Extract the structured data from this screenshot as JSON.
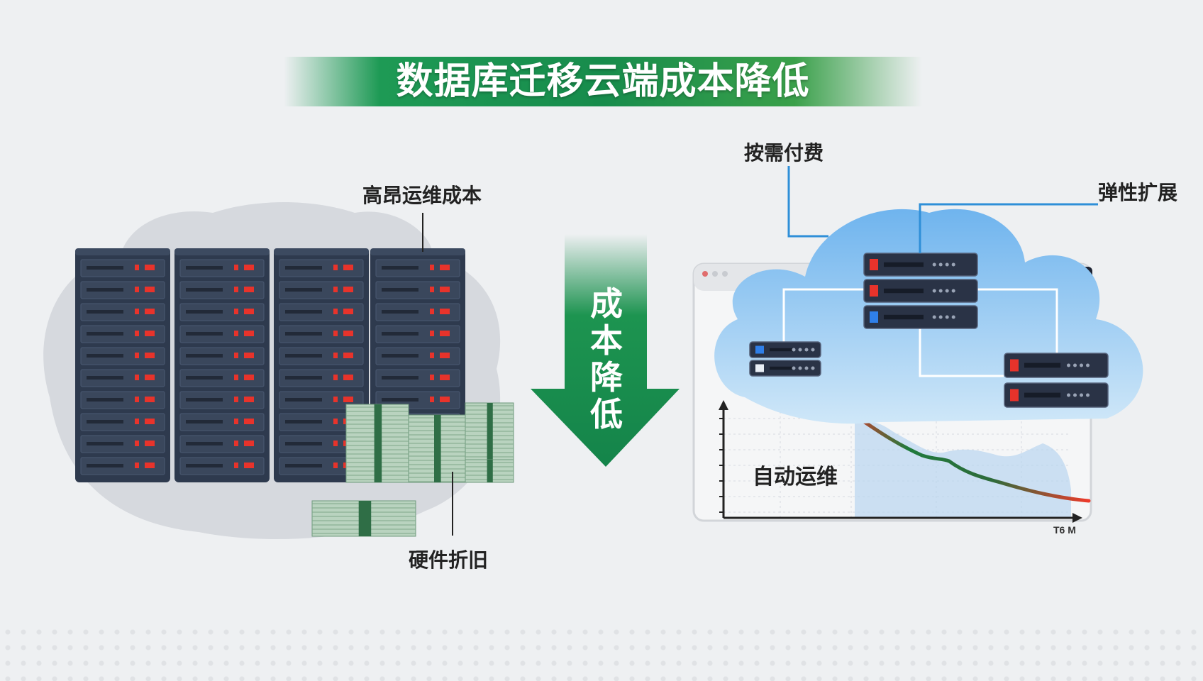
{
  "title": "数据库迁移云端成本降低",
  "left": {
    "ops_cost_label": "高昂运维成本",
    "depreciation_label": "硬件折旧"
  },
  "center": {
    "arrow_chars": [
      "成",
      "本",
      "降",
      "低"
    ]
  },
  "right": {
    "pay_as_you_go_label": "按需付费",
    "elastic_scaling_label": "弹性扩展",
    "auto_ops_label": "自动运维",
    "axis_tick_label": "T6 M"
  },
  "colors": {
    "accent_green": "#178c4c",
    "rack_dark": "#2e3a4e",
    "led_red": "#e8332b",
    "led_blue": "#2f7fe8",
    "led_teal": "#1aa37a",
    "cloud_blue": "#8cc6f2",
    "line_blue": "#2f8fd8",
    "cash_green": "#8fb99a"
  }
}
